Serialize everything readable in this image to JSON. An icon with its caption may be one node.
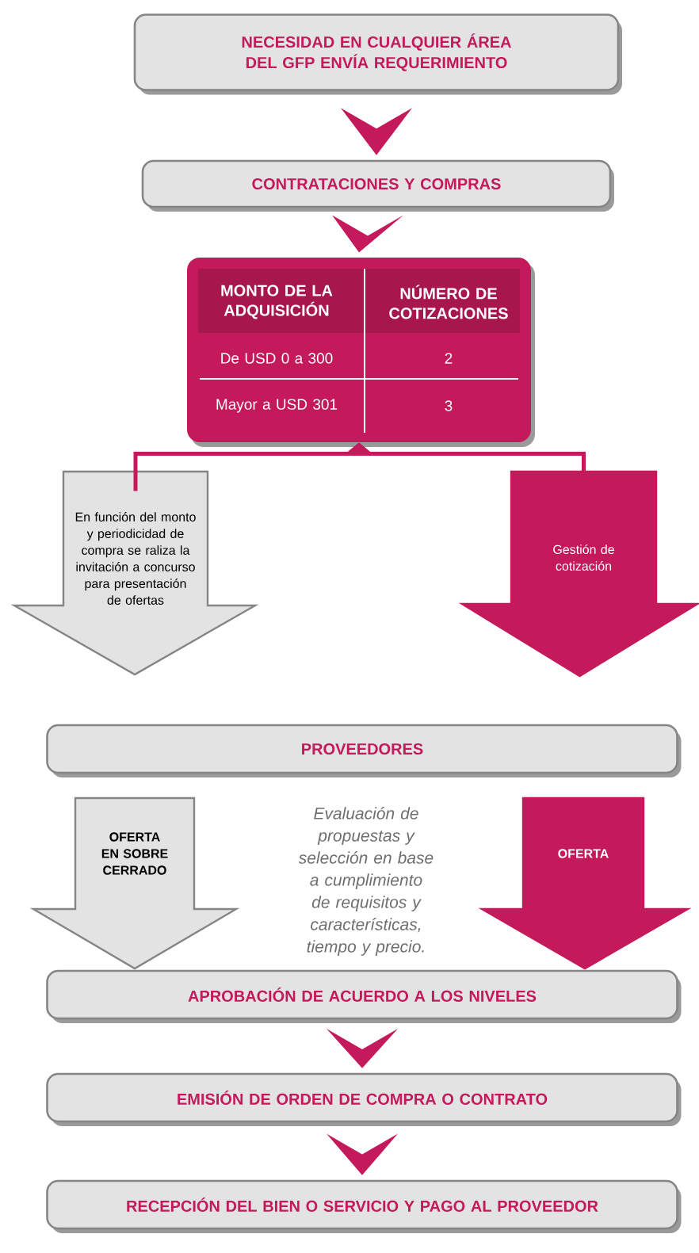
{
  "diagram": {
    "nodes": [
      {
        "text": [
          "NECESIDAD EN CUALQUIER ÁREA DEL GFP ENVÍA REQUERIMIENTO"
        ]
      },
      {
        "text": [
          "CONTRATACIONES Y COMPRAS"
        ]
      },
      {
        "text": [
          "MONTO DE LA ADQUISICIÓN",
          "NÚMERO DE COTIZACIONES",
          "De USD 0 a 300",
          "2",
          "Mayor a USD 301",
          "3"
        ]
      },
      {
        "text": [
          "En función del monto y periodicidad de compra se raliza la invitación a concurso para presentación de ofertas"
        ]
      },
      {
        "text": [
          "Gestión de cotización"
        ]
      },
      {
        "text": [
          "PROVEEDORES"
        ]
      },
      {
        "text": [
          "OFERTA EN SOBRE CERRADO"
        ]
      },
      {
        "text": [
          "OFERTA"
        ]
      },
      {
        "text": [
          "APROBACIÓN DE ACUERDO A LOS NIVELES"
        ]
      },
      {
        "text": [
          "EMISIÓN DE ORDEN DE COMPRA O CONTRATO"
        ]
      },
      {
        "text": [
          "RECEPCIÓN DEL BIEN O SERVICIO Y PAGO AL PROVEEDOR"
        ]
      }
    ],
    "edges": [
      {
        "from": 0,
        "to": 1,
        "arrow": "to"
      },
      {
        "from": 1,
        "to": 2,
        "arrow": "to"
      },
      {
        "from": 3,
        "to": 2,
        "arrow": "to"
      },
      {
        "from": 4,
        "to": 2,
        "arrow": "to"
      },
      {
        "from": 8,
        "to": 9,
        "arrow": "to"
      },
      {
        "from": 9,
        "to": 10,
        "arrow": "to"
      }
    ],
    "labels": [
      "Evaluación de propuestas y selección en base a cumplimiento de requisitos y características, tiempo y precio."
    ]
  }
}
